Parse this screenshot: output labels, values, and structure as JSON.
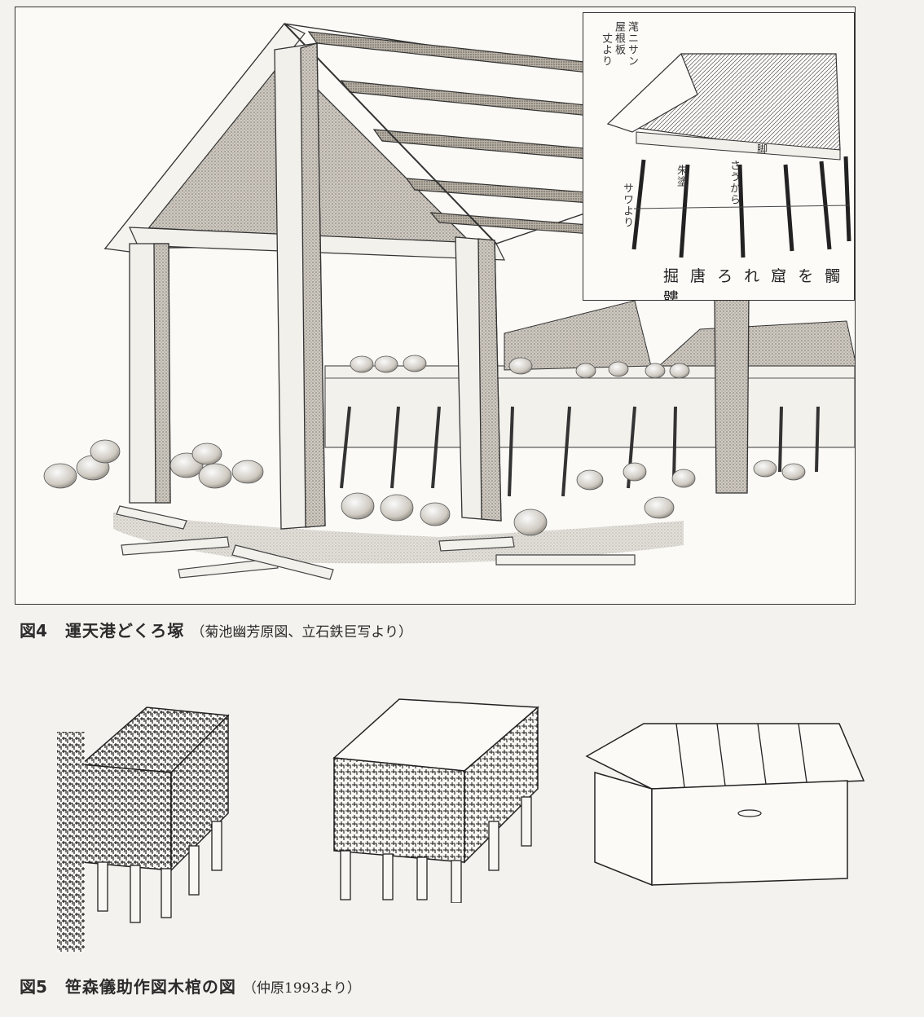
{
  "figure4": {
    "number": "図4",
    "title": "運天港どくろ塚",
    "source": "（菊池幽芳原図、立石鉄巨写より）",
    "inset": {
      "notes": [
        "屋根板",
        "滗ニサン",
        "丈より",
        "朱塗",
        "さうから",
        "脚",
        "サワより"
      ],
      "title": "掘 唐 ろ れ 窟 を 髑 髏"
    }
  },
  "figure5": {
    "number": "図5",
    "title": "笹森儀助作図木棺の図",
    "source": "（仲原1993より）"
  }
}
